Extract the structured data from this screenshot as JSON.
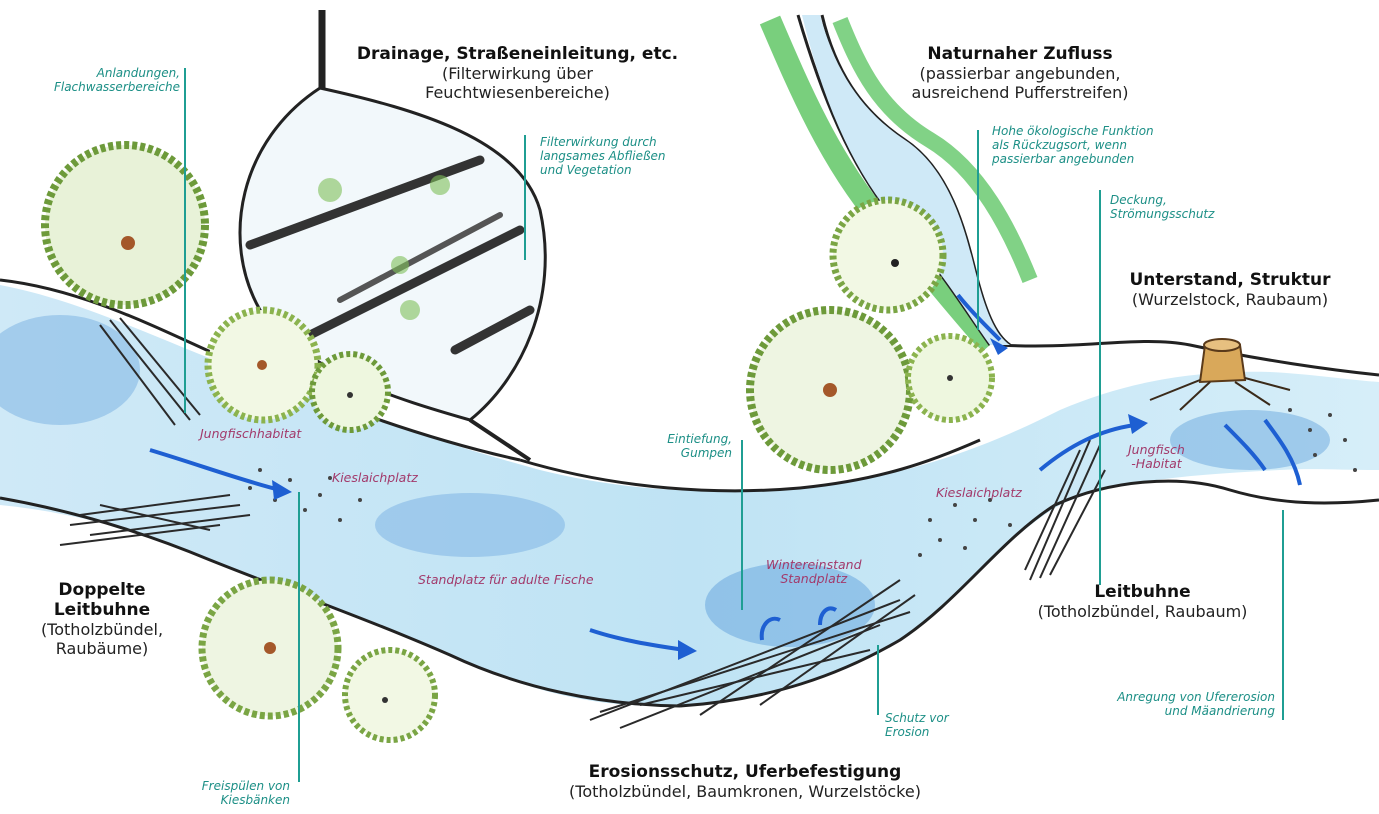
{
  "colors": {
    "water": "#bfe3f4",
    "water_deep": "#6aa8de",
    "label_note": "#1c8f86",
    "label_habitat": "#a23a6b",
    "arrow": "#1e5fd2",
    "tree_green": "#6d9a3a",
    "tree_light": "#c9dfa0",
    "trunk": "#a4582a",
    "stump": "#d9a85a",
    "bank_green": "#4cbf52"
  },
  "headings": {
    "drainage": {
      "title": "Drainage, Straßeneinleitung, etc.",
      "sub1": "(Filterwirkung über",
      "sub2": "Feuchtwiesenbereiche)"
    },
    "zufluss": {
      "title": "Naturnaher Zufluss",
      "sub1": "(passierbar angebunden,",
      "sub2": "ausreichend Pufferstreifen)"
    },
    "unterstand": {
      "title": "Unterstand, Struktur",
      "sub1": "(Wurzelstock, Raubaum)"
    },
    "doppelte": {
      "title1": "Doppelte",
      "title2": "Leitbuhne",
      "sub1": "(Totholzbündel,",
      "sub2": "Raubäume)"
    },
    "leitbuhne": {
      "title": "Leitbuhne",
      "sub1": "(Totholzbündel, Raubaum)"
    },
    "erosion": {
      "title": "Erosionsschutz, Uferbefestigung",
      "sub1": "(Totholzbündel, Baumkronen, Wurzelstöcke)"
    }
  },
  "notes": {
    "anlandungen": {
      "l1": "Anlandungen,",
      "l2": "Flachwasserbereiche"
    },
    "filter": {
      "l1": "Filterwirkung durch",
      "l2": "langsames Abfließen",
      "l3": "und Vegetation"
    },
    "hohe": {
      "l1": "Hohe ökologische Funktion",
      "l2": "als Rückzugsort, wenn",
      "l3": "passierbar angebunden"
    },
    "deckung": {
      "l1": "Deckung,",
      "l2": "Strömungsschutz"
    },
    "eintiefung": {
      "l1": "Eintiefung,",
      "l2": "Gumpen"
    },
    "schutz": {
      "l1": "Schutz vor",
      "l2": "Erosion"
    },
    "anregung": {
      "l1": "Anregung von Ufererosion",
      "l2": "und Mäandrierung"
    },
    "freispuelen": {
      "l1": "Freispülen von",
      "l2": "Kiesbänken"
    }
  },
  "habitats": {
    "jungfisch_left": "Jungfischhabitat",
    "kies_left": "Kieslaichplatz",
    "standplatz": "Standplatz für adulte Fische",
    "winter1": "Wintereinstand",
    "winter2": "Standplatz",
    "kies_right": "Kieslaichplatz",
    "jungfisch_right1": "Jungfisch",
    "jungfisch_right2": "-Habitat"
  }
}
